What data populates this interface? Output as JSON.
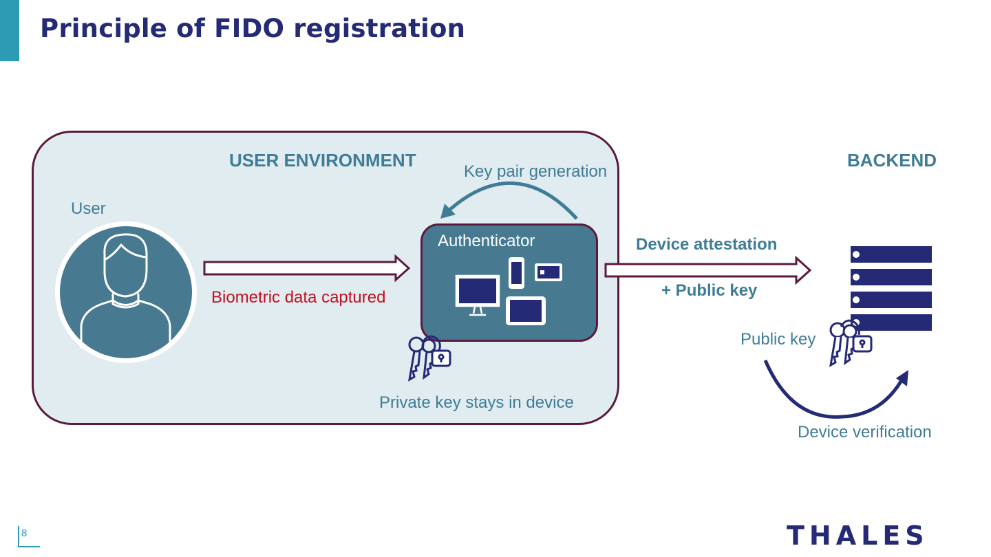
{
  "title": "Principle of FIDO registration",
  "user_environment": {
    "title": "USER ENVIRONMENT",
    "user_label": "User",
    "biometric_label": "Biometric data captured",
    "keypair_label": "Key pair generation",
    "authenticator_label": "Authenticator",
    "private_key_label": "Private key stays in device"
  },
  "flow": {
    "attestation_label": "Device attestation",
    "public_key_plus_label": "+ Public key"
  },
  "backend": {
    "title": "BACKEND",
    "public_key_label": "Public key",
    "verification_label": "Device verification"
  },
  "footer": {
    "page_number": "8",
    "logo_text": "THALES"
  },
  "colors": {
    "title": "#242a75",
    "accent": "#2e9bb5",
    "label": "#3f7c96",
    "biometric": "#c0111f",
    "border": "#5a1a3e",
    "authenticator": "#477a91",
    "server": "#242a75"
  },
  "icons": [
    "user-avatar-icon",
    "monitor-icon",
    "phone-icon",
    "card-icon",
    "tablet-icon",
    "keys-lock-icon",
    "server-icon"
  ]
}
